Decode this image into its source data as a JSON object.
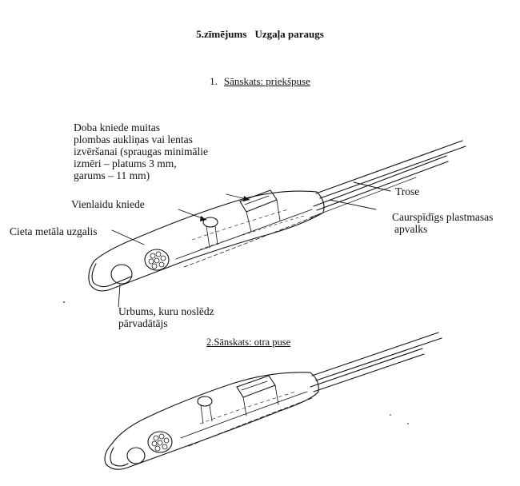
{
  "figure": {
    "title_number": "5.zīmējums",
    "title_text": "Uzgaļa paraugs",
    "section1_number": "1.",
    "section1_label": "Sānskats: priekšpuse",
    "section2_label": "2.Sānskats: otra puse"
  },
  "callouts": {
    "hollow_rivet": [
      "Doba kniede muitas",
      "plombas aukliņas vai lentas",
      "izvēršanai (spraugas minimālie",
      "izmēri – platums 3 mm,",
      "garums – 11 mm)"
    ],
    "solid_rivet": "Vienlaidu kniede",
    "metal_tip": "Cieta metāla uzgalis",
    "bore": [
      "Urbums, kuru noslēdz",
      "pārvadātājs"
    ],
    "cable": "Trose",
    "sheath": [
      "Caurspīdīgs plastmasas",
      "apvalks"
    ]
  },
  "colors": {
    "ink": "#111111",
    "background": "#ffffff"
  }
}
